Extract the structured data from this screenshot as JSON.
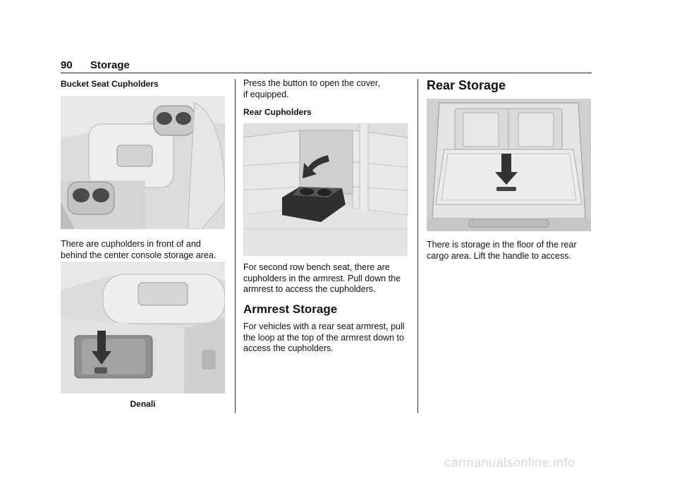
{
  "header": {
    "page_number": "90",
    "section": "Storage"
  },
  "col1": {
    "label": "Bucket Seat Cupholders",
    "para": "There are cupholders in front of and behind the center console storage area.",
    "caption": "Denali"
  },
  "col2": {
    "para1_line1": "Press the button to open the cover,",
    "para1_line2": "if equipped.",
    "label": "Rear Cupholders",
    "para2": "For second row bench seat, there are cupholders in the armrest. Pull down the armrest to access the cupholders.",
    "heading": "Armrest Storage",
    "para3": "For vehicles with a rear seat armrest, pull the loop at the top of the armrest down to access the cupholders."
  },
  "col3": {
    "heading": "Rear Storage",
    "para": "There is storage in the floor of the rear cargo area. Lift the handle to access."
  },
  "watermark": "carmanualsonline.info",
  "colors": {
    "figure_bg": "#e3e3e3",
    "arrow": "#3a3a3a",
    "ink": "#111111"
  }
}
